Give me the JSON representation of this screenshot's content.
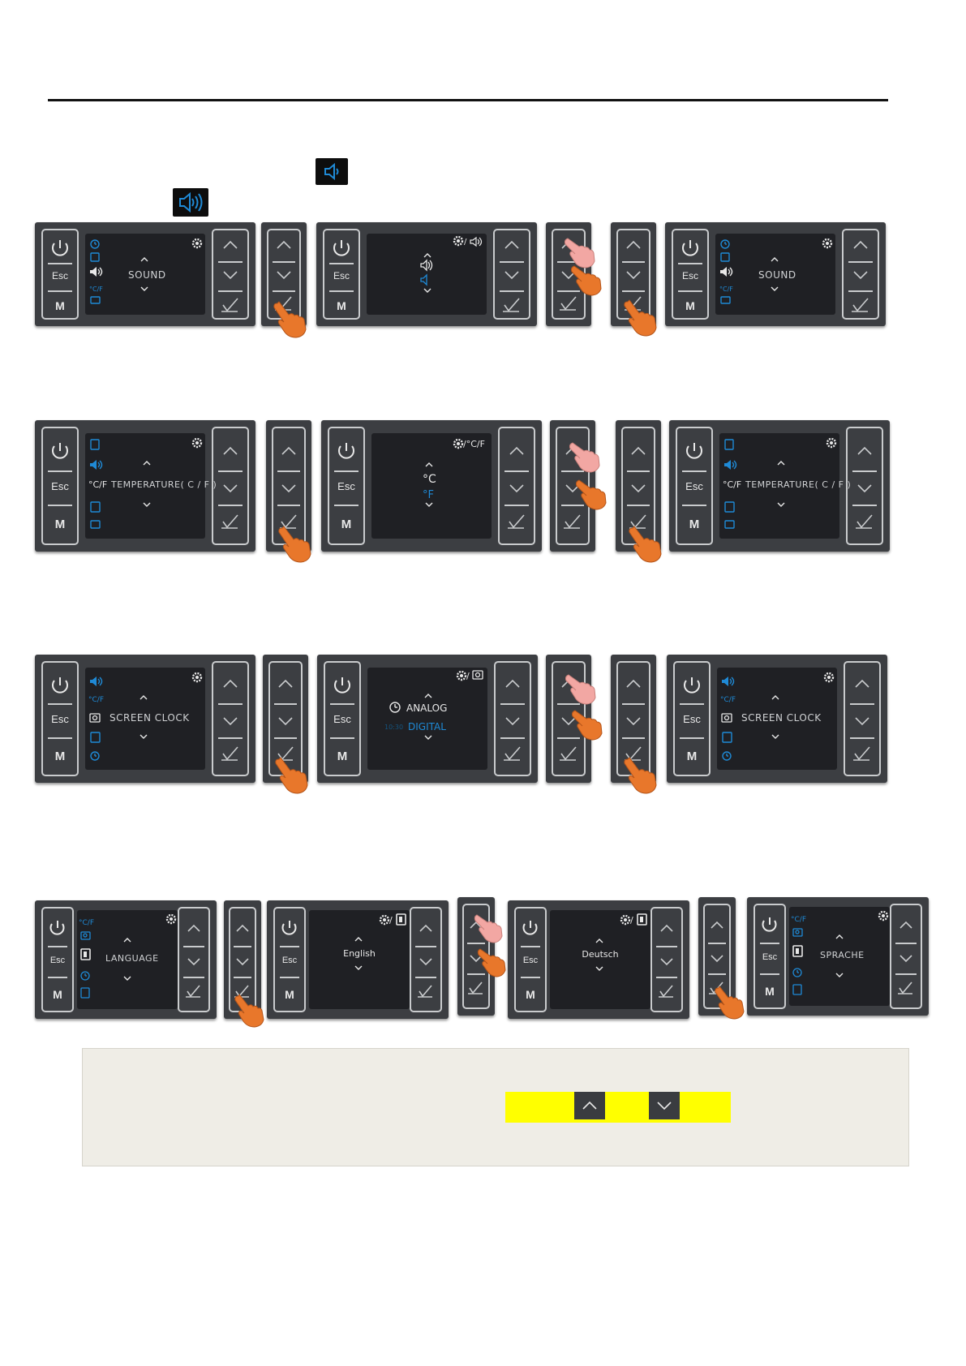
{
  "document": {
    "rule": "",
    "icons": {
      "sound_off_icon": "speaker-low-icon",
      "sound_on_icon": "speaker-high-icon"
    }
  },
  "buttons": {
    "esc": "Esc",
    "mode": "M"
  },
  "rows": [
    {
      "menu_label": "SOUND",
      "selection_header": "/",
      "options": [],
      "result_label": "SOUND"
    },
    {
      "menu_label": "TEMPERATURE( C / F )",
      "menu_unit": "°C/F",
      "selection_header": "/°C/F",
      "options": [
        "°C",
        "°F"
      ],
      "result_label": "TEMPERATURE( C / F )",
      "result_unit": "°C/F"
    },
    {
      "menu_label": "SCREEN CLOCK",
      "menu_unit": "°C/F",
      "selection_header": "/",
      "options": [
        "ANALOG",
        "DIGITAL"
      ],
      "digital_time": "10:30",
      "result_label": "SCREEN CLOCK",
      "result_unit": "°C/F"
    },
    {
      "menu_label": "LANGUAGE",
      "menu_unit": "°C/F",
      "selection_header": "/",
      "option_1": "English",
      "option_2": "Deutsch",
      "result_label": "SPRACHE",
      "result_unit": "°C/F"
    }
  ],
  "colors": {
    "panel": "#3c3e42",
    "screen": "#1f2024",
    "accent_blue": "#1f8ad6",
    "hand_orange": "#e8772b",
    "hand_pink": "#f2a7a3",
    "highlight": "#ffff00",
    "note_bg": "#efede6"
  }
}
